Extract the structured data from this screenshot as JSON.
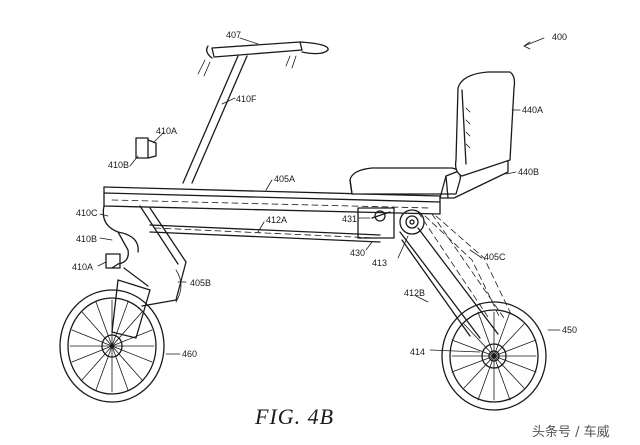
{
  "figure_title": "FIG. 4B",
  "watermark": "头条号 / 车威",
  "labels": {
    "l400": "400",
    "l407": "407",
    "l410F": "410F",
    "l410A_top": "410A",
    "l410B_top": "410B",
    "l410C": "410C",
    "l410B_mid": "410B",
    "l410A_low": "410A",
    "l405A": "405A",
    "l412A": "412A",
    "l431": "431",
    "l430": "430",
    "l413": "413",
    "l405B": "405B",
    "l405C": "405C",
    "l412B": "412B",
    "l414": "414",
    "l460": "460",
    "l450": "450",
    "l440A": "440A",
    "l440B": "440B"
  },
  "colors": {
    "ink": "#1a1a1a",
    "background": "#ffffff"
  }
}
